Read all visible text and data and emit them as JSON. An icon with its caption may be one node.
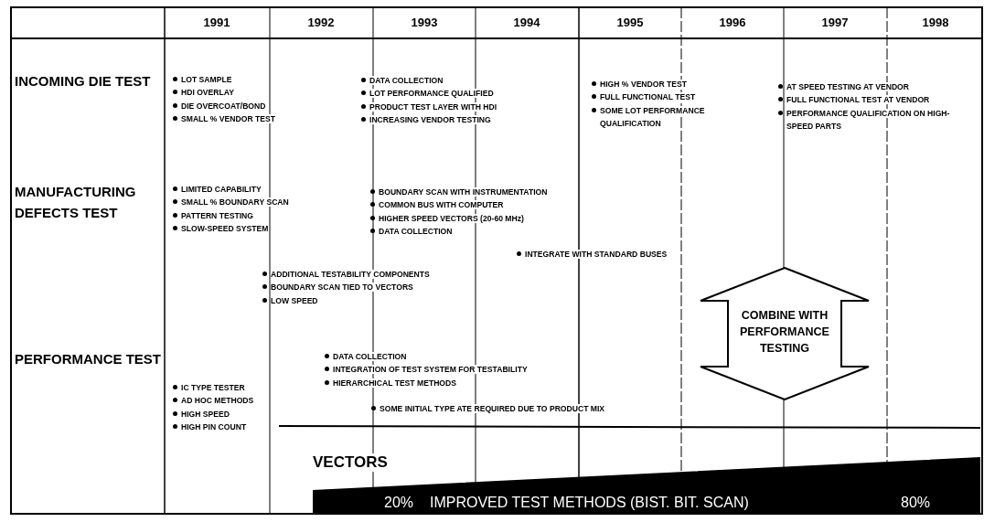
{
  "diagram": {
    "nodes": [
      {
        "text": [
          "COMBINE WITH PERFORMANCE TESTING"
        ]
      },
      {
        "text": [
          "20%",
          "IMPROVED TEST METHODS (BIST. BIT. SCAN)",
          "80%"
        ]
      }
    ],
    "labels": [
      "1991",
      "1992",
      "1993",
      "1994",
      "1995",
      "1996",
      "1997",
      "1998",
      "INCOMING DIE TEST",
      "LOT SAMPLE",
      "HDI OVERLAY",
      "DIE OVERCOAT/BOND",
      "SMALL % VENDOR TEST",
      "DATA COLLECTION",
      "LOT PERFORMANCE QUALIFIED",
      "PRODUCT TEST LAYER WITH HDI",
      "INCREASING VENDOR TESTING",
      "HIGH % VENDOR TEST",
      "FULL FUNCTIONAL TEST",
      "SOME LOT PERFORMANCE QUALIFICATION",
      "AT SPEED TESTING AT VENDOR",
      "FULL FUNCTIONAL TEST AT VENDOR",
      "PERFORMANCE QUALIFICATION ON HIGH-SPEED PARTS",
      "MANUFACTURING DEFECTS TEST",
      "LIMITED CAPABILITY",
      "SMALL % BOUNDARY SCAN",
      "PATTERN TESTING",
      "SLOW-SPEED SYSTEM",
      "BOUNDARY SCAN WITH INSTRUMENTATION",
      "COMMON BUS WITH COMPUTER",
      "HIGHER SPEED VECTORS (20-60 MHz)",
      "DATA COLLECTION",
      "INTEGRATE WITH STANDARD BUSES",
      "ADDITIONAL TESTABILITY COMPONENTS",
      "BOUNDARY SCAN TIED TO VECTORS",
      "LOW SPEED",
      "PERFORMANCE TEST",
      "DATA COLLECTION",
      "INTEGRATION OF TEST SYSTEM FOR TESTABILITY",
      "HIERARCHICAL TEST METHODS",
      "IC TYPE TESTER",
      "AD HOC METHODS",
      "HIGH SPEED",
      "HIGH PIN COUNT",
      "SOME INITIAL TYPE ATE REQUIRED DUE TO PRODUCT MIX",
      "VECTORS"
    ]
  }
}
